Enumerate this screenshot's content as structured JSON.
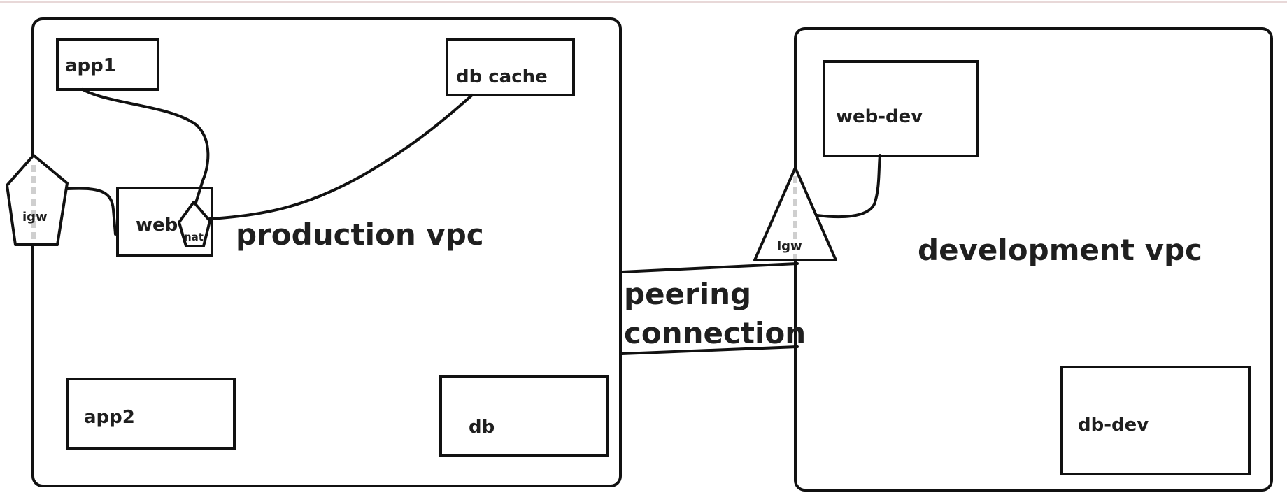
{
  "production_vpc": {
    "label": "production vpc",
    "boxes": {
      "app1": "app1",
      "db_cache": "db cache",
      "web": "web",
      "app2": "app2",
      "db": "db"
    },
    "igw": "igw",
    "nat": "nat"
  },
  "development_vpc": {
    "label": "development vpc",
    "boxes": {
      "web_dev": "web-dev",
      "db_dev": "db-dev"
    },
    "igw": "igw"
  },
  "peering": {
    "line1": "peering",
    "line2": "connection"
  }
}
